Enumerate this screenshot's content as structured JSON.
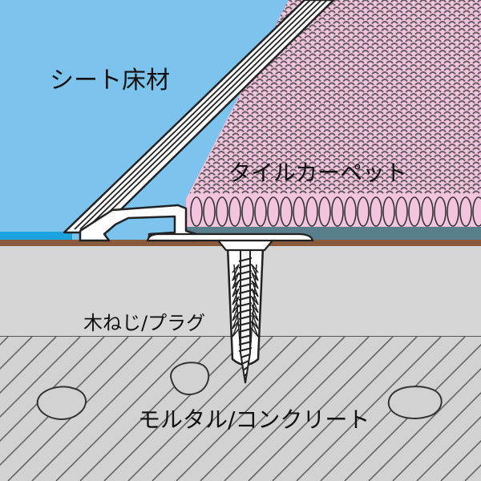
{
  "labels": {
    "sheet_flooring": "シート床材",
    "tile_carpet": "タイルカーペット",
    "wood_screw_plug": "木ねじ/プラグ",
    "mortar_concrete": "モルタル/コンクリート"
  },
  "colors": {
    "sheet_flooring": "#7cc3ee",
    "sheet_edge": "#1aa3df",
    "carpet_fill": "#f2c4dd",
    "carpet_dots": "#4a4a4a",
    "carpet_backing": "#5a7f8c",
    "base_strip": "#8a5a3c",
    "mortar": "#d6d6d6",
    "concrete": "#d2d2d2",
    "trim": "#ffffff",
    "outline": "#222222"
  },
  "icons": {
    "screw": "wood-screw-icon",
    "plug": "wall-plug-icon"
  }
}
